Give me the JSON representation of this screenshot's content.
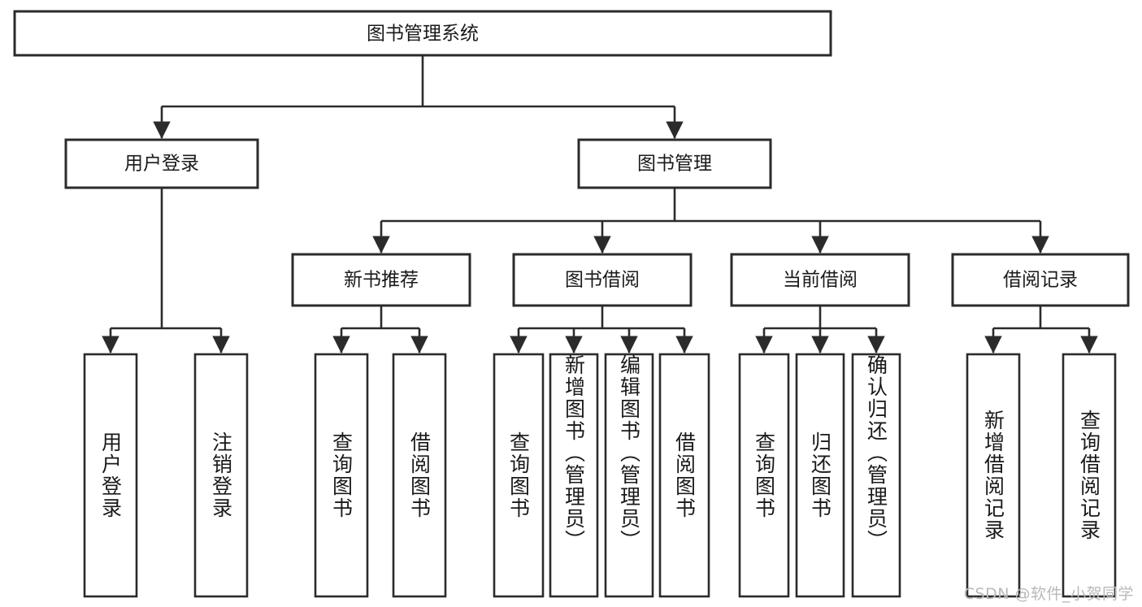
{
  "diagram": {
    "type": "tree",
    "title": "图书管理系统",
    "root": {
      "id": "root",
      "label": "图书管理系统"
    },
    "level2": [
      {
        "id": "user-login",
        "label": "用户登录"
      },
      {
        "id": "book-manage",
        "label": "图书管理"
      }
    ],
    "level3": [
      {
        "id": "new-book-rec",
        "label": "新书推荐",
        "parent": "book-manage"
      },
      {
        "id": "book-borrow",
        "label": "图书借阅",
        "parent": "book-manage"
      },
      {
        "id": "current-borrow",
        "label": "当前借阅",
        "parent": "book-manage"
      },
      {
        "id": "borrow-record",
        "label": "借阅记录",
        "parent": "book-manage"
      }
    ],
    "leaves": {
      "user-login": [
        {
          "id": "leaf-user-login",
          "label": "用户登录"
        },
        {
          "id": "leaf-logout",
          "label": "注销登录"
        }
      ],
      "new-book-rec": [
        {
          "id": "leaf-query-book-1",
          "label": "查询图书"
        },
        {
          "id": "leaf-borrow-book-1",
          "label": "借阅图书"
        }
      ],
      "book-borrow": [
        {
          "id": "leaf-query-book-2",
          "label": "查询图书"
        },
        {
          "id": "leaf-add-book",
          "label": "新增图书（管理员）"
        },
        {
          "id": "leaf-edit-book",
          "label": "编辑图书（管理员）"
        },
        {
          "id": "leaf-borrow-book-2",
          "label": "借阅图书"
        }
      ],
      "current-borrow": [
        {
          "id": "leaf-query-book-3",
          "label": "查询图书"
        },
        {
          "id": "leaf-return-book",
          "label": "归还图书"
        },
        {
          "id": "leaf-confirm-return",
          "label": "确认归还（管理员）"
        }
      ],
      "borrow-record": [
        {
          "id": "leaf-add-record",
          "label": "新增借阅记录"
        },
        {
          "id": "leaf-query-record",
          "label": "查询借阅记录"
        }
      ]
    }
  },
  "watermark": {
    "text": "CSDN @软件_小贺同学"
  },
  "colors": {
    "box_stroke": "#2b2b2b",
    "box_fill": "#ffffff",
    "text": "#1a1a1a",
    "background": "#ffffff",
    "watermark": "#b9b9b9"
  }
}
